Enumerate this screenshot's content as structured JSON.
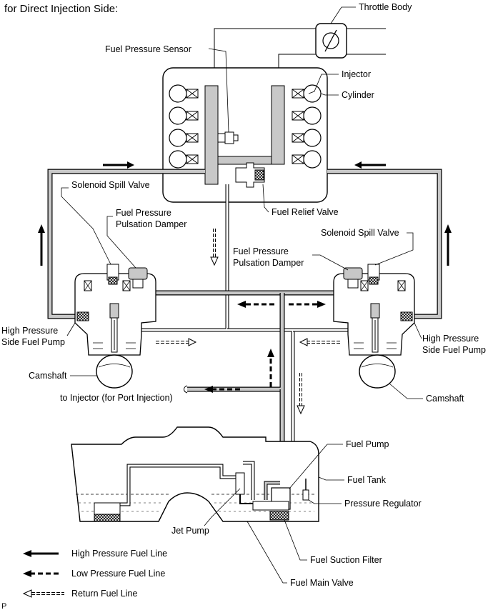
{
  "title": "for Direct Injection Side:",
  "labels": {
    "throttle_body": "Throttle Body",
    "fuel_pressure_sensor": "Fuel Pressure Sensor",
    "injector": "Injector",
    "cylinder": "Cylinder",
    "solenoid_spill_valve_left": "Solenoid Spill Valve",
    "fuel_relief_valve": "Fuel Relief Valve",
    "pulsation_damper_left_1": "Fuel Pressure",
    "pulsation_damper_left_2": "Pulsation Damper",
    "pulsation_damper_center_1": "Fuel Pressure",
    "pulsation_damper_center_2": "Pulsation Damper",
    "solenoid_spill_valve_right": "Solenoid Spill Valve",
    "hp_pump_left_1": "High Pressure",
    "hp_pump_left_2": "Side Fuel Pump",
    "hp_pump_right_1": "High Pressure",
    "hp_pump_right_2": "Side Fuel Pump",
    "camshaft_left": "Camshaft",
    "camshaft_right": "Camshaft",
    "to_injector": "to Injector (for Port Injection)",
    "fuel_pump": "Fuel Pump",
    "fuel_tank": "Fuel Tank",
    "pressure_regulator": "Pressure Regulator",
    "jet_pump": "Jet Pump",
    "fuel_suction_filter": "Fuel Suction Filter",
    "fuel_main_valve": "Fuel Main Valve",
    "corner_mark": "P"
  },
  "legend": [
    {
      "style": "high",
      "label": "High Pressure Fuel Line"
    },
    {
      "style": "low",
      "label": "Low Pressure Fuel Line"
    },
    {
      "style": "return",
      "label": "Return Fuel Line"
    }
  ],
  "colors": {
    "line": "#000000",
    "pipe_fill": "#c8c8c8",
    "fuel": "#000000"
  }
}
